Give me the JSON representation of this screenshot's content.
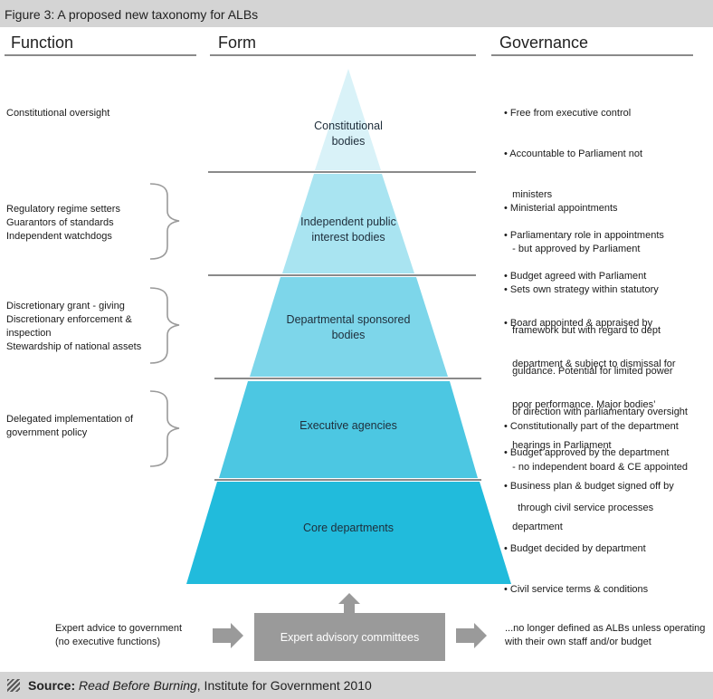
{
  "figure_title": "Figure 3: A proposed new taxonomy for ALBs",
  "headers": {
    "function": "Function",
    "form": "Form",
    "governance": "Governance"
  },
  "tiers": [
    {
      "label_lines": [
        "Constitutional",
        "bodies"
      ],
      "color": "#d9f2f8"
    },
    {
      "label_lines": [
        "Independent public",
        "interest bodies"
      ],
      "color": "#a9e4f1"
    },
    {
      "label_lines": [
        "Departmental sponsored",
        "bodies"
      ],
      "color": "#7dd6ea"
    },
    {
      "label_lines": [
        "Executive agencies"
      ],
      "color": "#4cc7e2"
    },
    {
      "label_lines": [
        "Core departments"
      ],
      "color": "#21bbdc"
    }
  ],
  "functions": [
    {
      "lines": [
        "Constitutional oversight"
      ]
    },
    {
      "lines": [
        "Regulatory regime setters",
        "Guarantors of standards",
        "Independent watchdogs"
      ]
    },
    {
      "lines": [
        "Discretionary grant - giving",
        "Discretionary enforcement &",
        "inspection",
        "Stewardship of national assets"
      ]
    },
    {
      "lines": [
        "Delegated implementation of",
        "government policy"
      ]
    }
  ],
  "governance": [
    {
      "lines": [
        "• Free from executive control",
        "• Accountable to Parliament not",
        "   ministers",
        "• Parliamentary role in appointments",
        "• Budget agreed with Parliament"
      ]
    },
    {
      "lines": [
        "• Ministerial appointments",
        "   - but approved by Parliament",
        "• Sets own strategy within statutory",
        "   framework but with regard to dept",
        "   guidance. Potential for limited power",
        "   of direction with parliamentary oversight",
        "• Budget approved by the department"
      ]
    },
    {
      "lines": [
        "• Board appointed & appraised by",
        "   department & subject to dismissal for",
        "   poor performance. Major bodies’",
        "   hearings in Parliament",
        "• Business plan & budget signed off by",
        "   department"
      ]
    },
    {
      "lines": [
        "• Constitutionally part of the department",
        "   - no independent board & CE appointed",
        "     through civil service processes",
        "• Budget decided by department",
        "• Civil service terms & conditions"
      ]
    }
  ],
  "bottom": {
    "left_lines": [
      "Expert advice to government",
      "(no executive functions)"
    ],
    "box_label": "Expert advisory committees",
    "right_lines": [
      "...no longer defined as ALBs unless operating",
      "with their own staff and/or budget"
    ]
  },
  "source": {
    "prefix": "Source: ",
    "title": "Read Before Burning",
    "suffix": ", Institute for Government 2010"
  }
}
